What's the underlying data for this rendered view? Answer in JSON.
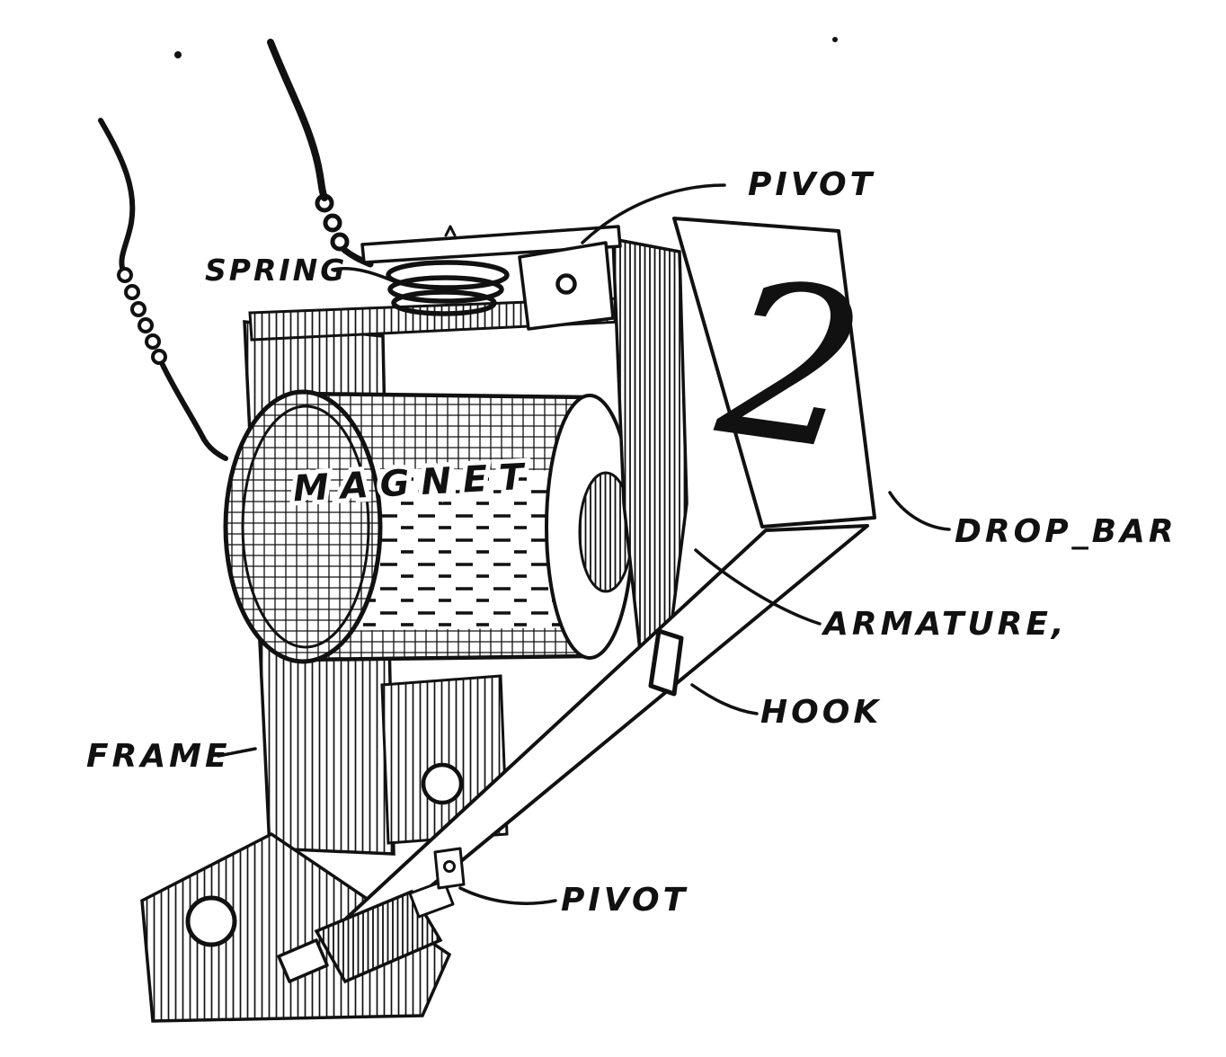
{
  "colors": {
    "ink": "#111111",
    "paper": "#ffffff"
  },
  "labels": {
    "pivot_top": "PIVOT",
    "spring": "SPRING",
    "magnet": "MAGNET",
    "drop_bar": "DROP_BAR",
    "armature": "ARMATURE,",
    "hook": "HOOK",
    "frame": "FRAME",
    "pivot_bottom": "PIVOT"
  },
  "drop_indicator": {
    "number": "2"
  }
}
